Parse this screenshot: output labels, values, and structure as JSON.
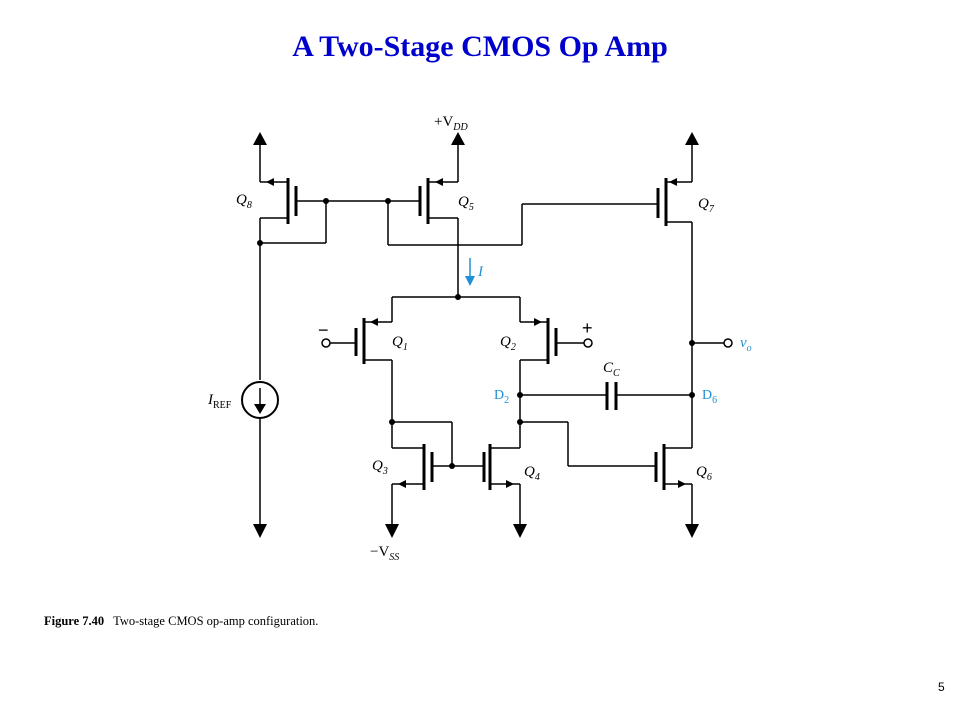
{
  "title": "A Two-Stage CMOS Op Amp",
  "caption": {
    "figure": "Figure 7.40",
    "text": "Two-stage CMOS op-amp configuration."
  },
  "page_number": "5",
  "circuit": {
    "supply_positive": "+V",
    "supply_positive_sub": "DD",
    "supply_negative": "−V",
    "supply_negative_sub": "SS",
    "reference_current": "I",
    "reference_current_sub": "REF",
    "bias_current": "I",
    "output": "v",
    "output_sub": "o",
    "comp_cap": "C",
    "comp_cap_sub": "C",
    "input_minus": "−",
    "input_plus": "+",
    "node_d2": "D",
    "node_d2_sub": "2",
    "node_d6": "D",
    "node_d6_sub": "6",
    "transistors": {
      "q1": "Q",
      "q1_sub": "1",
      "q2": "Q",
      "q2_sub": "2",
      "q3": "Q",
      "q3_sub": "3",
      "q4": "Q",
      "q4_sub": "4",
      "q5": "Q",
      "q5_sub": "5",
      "q6": "Q",
      "q6_sub": "6",
      "q7": "Q",
      "q7_sub": "7",
      "q8": "Q",
      "q8_sub": "8"
    },
    "colors": {
      "wire": "#000000",
      "annotation": "#1f8fd6",
      "title": "#0000cc"
    }
  }
}
